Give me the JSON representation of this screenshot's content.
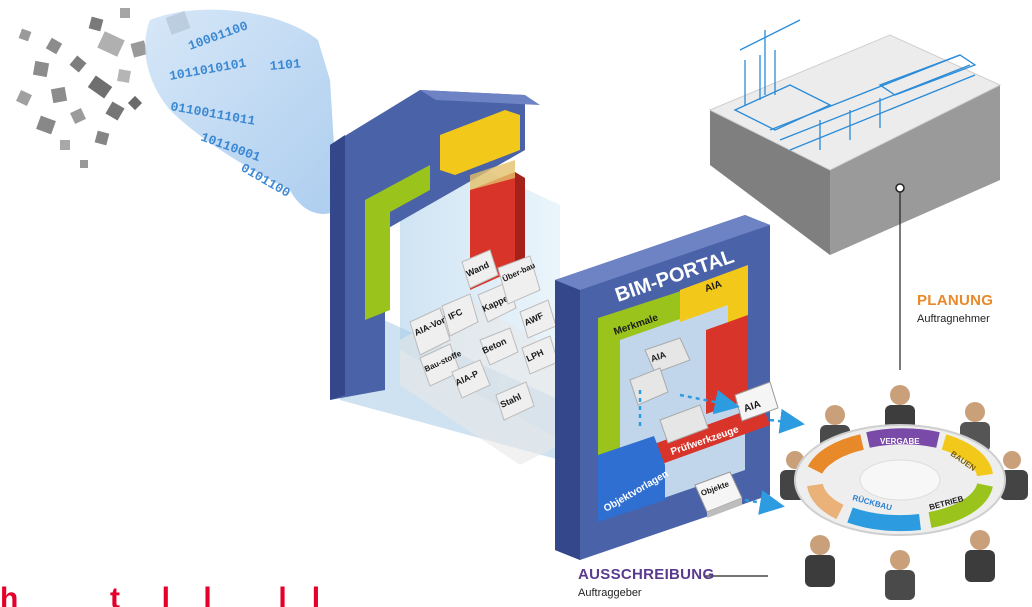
{
  "portal": {
    "title": "BIM-PORTAL",
    "top_bar": "AIA",
    "left_bar": "Merkmale",
    "bottom_left": "Objektvorlagen",
    "bottom_right": "Prüfwerkzeuge",
    "inner_aia": "AIA",
    "out_aia": "AIA",
    "objekte": "Objekte"
  },
  "tiles": [
    "AIA-Vorlage",
    "IFC",
    "Kappe",
    "Wand",
    "Über-bau",
    "Bau-stoffe",
    "AIA-P",
    "Beton",
    "AWF",
    "LPH",
    "Stahl"
  ],
  "labels": {
    "planung_title": "PLANUNG",
    "planung_sub": "Auftragnehmer",
    "ausschreibung_title": "AUSSCHREIBUNG",
    "ausschreibung_sub": "Auftraggeber"
  },
  "cycle": [
    "PLANUNG",
    "VERGABE",
    "BAUEN",
    "BETRIEB",
    "RÜCKBAU"
  ],
  "bottom_cut_text": "h           t     l    l        l   l",
  "colors": {
    "frame": "#4a62a8",
    "frame_dark": "#34478a",
    "green": "#9ac31c",
    "yellow": "#f2c81a",
    "red": "#d8342a",
    "orange": "#e8892a",
    "purple": "#5a3a8e",
    "binary": "#2c7fd0",
    "accent_red": "#e4002b"
  }
}
